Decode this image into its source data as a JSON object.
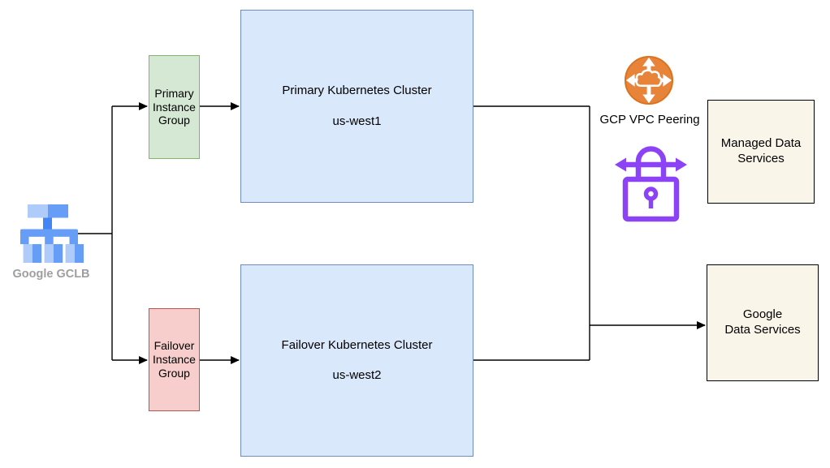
{
  "diagram": {
    "nodes": {
      "gclb": {
        "label": "Google GCLB",
        "type": "load-balancer"
      },
      "primary_instance_group": {
        "label": "Primary\nInstance\nGroup"
      },
      "failover_instance_group": {
        "label": "Failover\nInstance\nGroup"
      },
      "primary_cluster": {
        "title": "Primary Kubernetes Cluster",
        "region": "us-west1"
      },
      "failover_cluster": {
        "title": "Failover Kubernetes Cluster",
        "region": "us-west2"
      },
      "vpc_peering": {
        "label": "GCP VPC Peering"
      },
      "managed_data_services": {
        "label": "Managed Data\nServices"
      },
      "google_data_services": {
        "label": "Google\nData Services"
      }
    },
    "icons": {
      "gclb": "gclb-tree-icon",
      "vpc_peering": "orange-router-cloud-arrows-icon",
      "secure_peering": "purple-lock-double-arrow-icon"
    },
    "edges": [
      {
        "from": "gclb",
        "to": "primary_instance_group",
        "arrow": true
      },
      {
        "from": "gclb",
        "to": "failover_instance_group",
        "arrow": true
      },
      {
        "from": "primary_instance_group",
        "to": "primary_cluster",
        "arrow": true
      },
      {
        "from": "failover_instance_group",
        "to": "failover_cluster",
        "arrow": true
      },
      {
        "from": "primary_cluster",
        "to": "google_data_services",
        "arrow": true
      },
      {
        "from": "failover_cluster",
        "to": "google_data_services",
        "arrow": true
      }
    ],
    "colors": {
      "line": "#000000",
      "cluster_fill": "#dae8fc",
      "cluster_border": "#6c8ebf",
      "primary_ig_fill": "#d5e8d4",
      "primary_ig_border": "#82b366",
      "failover_ig_fill": "#f8cecc",
      "failover_ig_border": "#b85450",
      "data_services_fill": "#faf5e9",
      "data_services_border": "#000000",
      "vpc_peering_orange": "#e8833a",
      "secure_lock_purple": "#8c43f6",
      "gclb_blue_light": "#aecbfa",
      "gclb_blue_mid": "#669df6",
      "gclb_blue_core": "#4285f4",
      "gclb_label_gray": "#9e9e9e"
    }
  }
}
